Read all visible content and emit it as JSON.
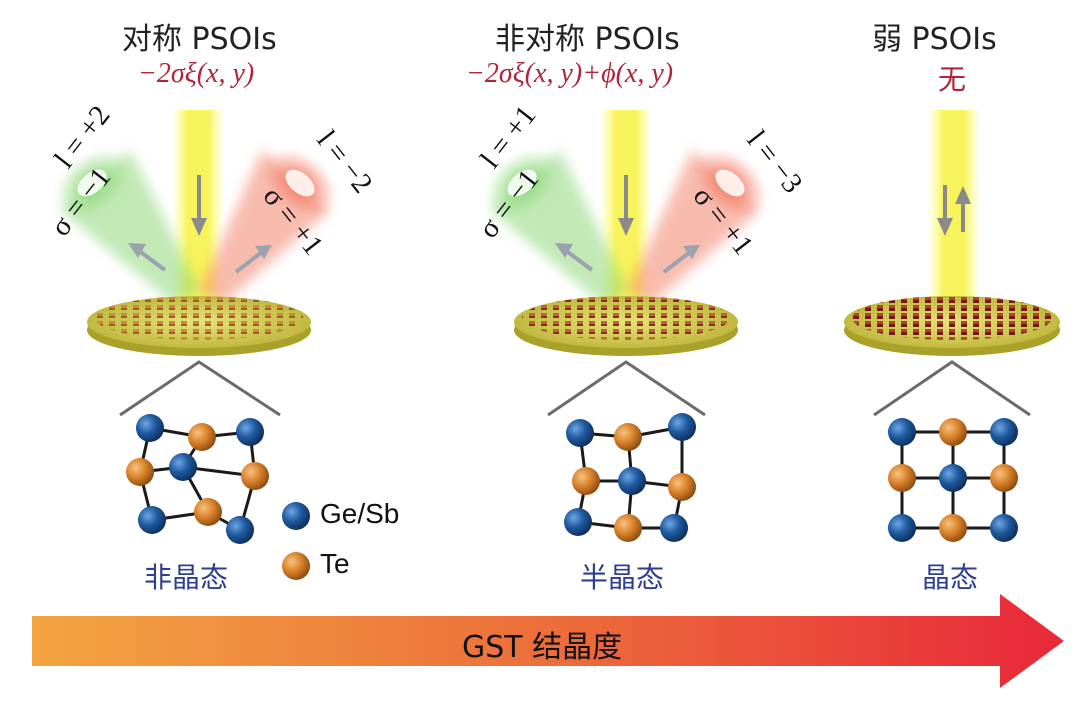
{
  "panels": [
    {
      "title": "对称 PSOIs",
      "formula": "−2σξ(x, y)",
      "phase": "非晶态",
      "beam_left": {
        "l": "l = +2",
        "sigma": "σ = −1"
      },
      "beam_right": {
        "l": "l = −2",
        "sigma": "σ = +1"
      }
    },
    {
      "title": "非对称 PSOIs",
      "formula": "−2σξ(x, y)+ϕ(x, y)",
      "phase": "半晶态",
      "beam_left": {
        "l": "l = +1",
        "sigma": "σ = −1"
      },
      "beam_right": {
        "l": "l = −3",
        "sigma": "σ = +1"
      }
    },
    {
      "title": "弱 PSOIs",
      "formula": "无",
      "phase": "晶态"
    }
  ],
  "legend": {
    "blue": "Ge/Sb",
    "orange": "Te"
  },
  "bottom_arrow": {
    "label": "GST 结晶度"
  },
  "colors": {
    "atom_blue": "#1f5a9e",
    "atom_orange": "#d9822b",
    "formula": "#b3233a",
    "phase_text": "#2f3f8f"
  }
}
